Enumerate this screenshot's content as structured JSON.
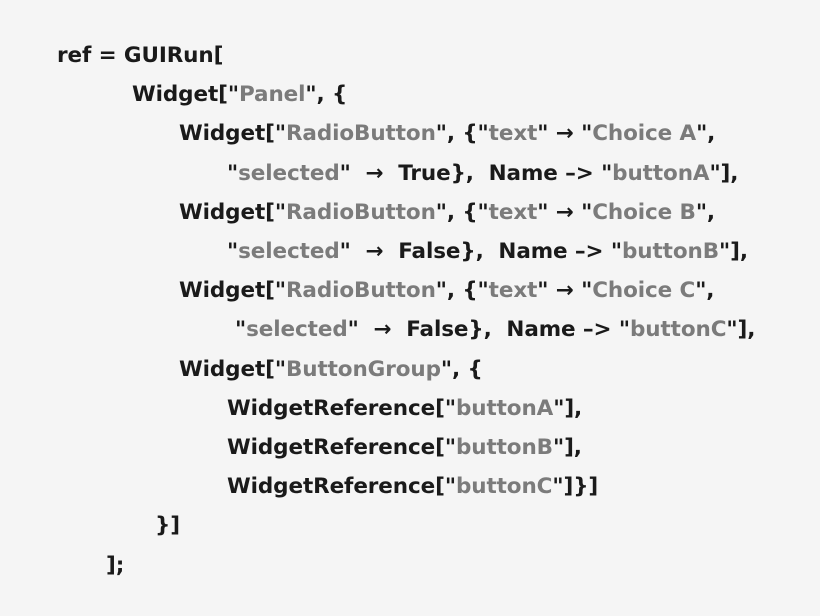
{
  "editor": {
    "background_color": "#f5f5f5",
    "token_colors": {
      "default": "#1a1a1a",
      "string_content": "#7b7b7b"
    },
    "language": "Wolfram Language",
    "lines": [
      {
        "id": "line-1",
        "indent": "ind-0",
        "segments": [
          {
            "kind": "black",
            "text": "ref = GUIRun["
          }
        ]
      },
      {
        "id": "line-2",
        "indent": "ind-1",
        "segments": [
          {
            "kind": "black",
            "text": "Widget[\""
          },
          {
            "kind": "string",
            "text": "Panel"
          },
          {
            "kind": "black",
            "text": "\", {"
          }
        ]
      },
      {
        "id": "line-3",
        "indent": "ind-2",
        "segments": [
          {
            "kind": "black",
            "text": "Widget[\""
          },
          {
            "kind": "string",
            "text": "RadioButton"
          },
          {
            "kind": "black",
            "text": "\", {\""
          },
          {
            "kind": "string",
            "text": "text"
          },
          {
            "kind": "black",
            "text": "\" "
          },
          {
            "kind": "arrow",
            "text": "→"
          },
          {
            "kind": "black",
            "text": " \""
          },
          {
            "kind": "string",
            "text": "Choice A"
          },
          {
            "kind": "black",
            "text": "\","
          }
        ]
      },
      {
        "id": "line-4",
        "indent": "ind-3",
        "segments": [
          {
            "kind": "black",
            "text": "\""
          },
          {
            "kind": "string",
            "text": "selected"
          },
          {
            "kind": "black",
            "text": "\"  "
          },
          {
            "kind": "arrow",
            "text": "→"
          },
          {
            "kind": "black",
            "text": "  True},  Name –> \""
          },
          {
            "kind": "string",
            "text": "buttonA"
          },
          {
            "kind": "black",
            "text": "\"],"
          }
        ]
      },
      {
        "id": "line-5",
        "indent": "ind-2",
        "segments": [
          {
            "kind": "black",
            "text": "Widget[\""
          },
          {
            "kind": "string",
            "text": "RadioButton"
          },
          {
            "kind": "black",
            "text": "\", {\""
          },
          {
            "kind": "string",
            "text": "text"
          },
          {
            "kind": "black",
            "text": "\" "
          },
          {
            "kind": "arrow",
            "text": "→"
          },
          {
            "kind": "black",
            "text": " \""
          },
          {
            "kind": "string",
            "text": "Choice B"
          },
          {
            "kind": "black",
            "text": "\","
          }
        ]
      },
      {
        "id": "line-6",
        "indent": "ind-3",
        "segments": [
          {
            "kind": "black",
            "text": "\""
          },
          {
            "kind": "string",
            "text": "selected"
          },
          {
            "kind": "black",
            "text": "\"  "
          },
          {
            "kind": "arrow",
            "text": "→"
          },
          {
            "kind": "black",
            "text": "  False},  Name –> \""
          },
          {
            "kind": "string",
            "text": "buttonB"
          },
          {
            "kind": "black",
            "text": "\"],"
          }
        ]
      },
      {
        "id": "line-7",
        "indent": "ind-2",
        "segments": [
          {
            "kind": "black",
            "text": "Widget[\""
          },
          {
            "kind": "string",
            "text": "RadioButton"
          },
          {
            "kind": "black",
            "text": "\", {\""
          },
          {
            "kind": "string",
            "text": "text"
          },
          {
            "kind": "black",
            "text": "\" "
          },
          {
            "kind": "arrow",
            "text": "→"
          },
          {
            "kind": "black",
            "text": " \""
          },
          {
            "kind": "string",
            "text": "Choice C"
          },
          {
            "kind": "black",
            "text": "\","
          }
        ]
      },
      {
        "id": "line-8",
        "indent": "ind-3b",
        "segments": [
          {
            "kind": "black",
            "text": "\""
          },
          {
            "kind": "string",
            "text": "selected"
          },
          {
            "kind": "black",
            "text": "\"  "
          },
          {
            "kind": "arrow",
            "text": "→"
          },
          {
            "kind": "black",
            "text": "  False},  Name –> \""
          },
          {
            "kind": "string",
            "text": "buttonC"
          },
          {
            "kind": "black",
            "text": "\"],"
          }
        ]
      },
      {
        "id": "line-9",
        "indent": "ind-2",
        "segments": [
          {
            "kind": "black",
            "text": "Widget[\""
          },
          {
            "kind": "string",
            "text": "ButtonGroup"
          },
          {
            "kind": "black",
            "text": "\", {"
          }
        ]
      },
      {
        "id": "line-10",
        "indent": "ind-3",
        "segments": [
          {
            "kind": "black",
            "text": "WidgetReference[\""
          },
          {
            "kind": "string",
            "text": "buttonA"
          },
          {
            "kind": "black",
            "text": "\"],"
          }
        ]
      },
      {
        "id": "line-11",
        "indent": "ind-3",
        "segments": [
          {
            "kind": "black",
            "text": "WidgetReference[\""
          },
          {
            "kind": "string",
            "text": "buttonB"
          },
          {
            "kind": "black",
            "text": "\"],"
          }
        ]
      },
      {
        "id": "line-12",
        "indent": "ind-3",
        "segments": [
          {
            "kind": "black",
            "text": "WidgetReference[\""
          },
          {
            "kind": "string",
            "text": "buttonC"
          },
          {
            "kind": "black",
            "text": "\"]}]"
          }
        ]
      },
      {
        "id": "line-13",
        "indent": "ind-close-inner",
        "segments": [
          {
            "kind": "black",
            "text": "}]"
          }
        ]
      },
      {
        "id": "line-14",
        "indent": "ind-close-outer",
        "segments": [
          {
            "kind": "black",
            "text": "];"
          }
        ]
      }
    ]
  }
}
